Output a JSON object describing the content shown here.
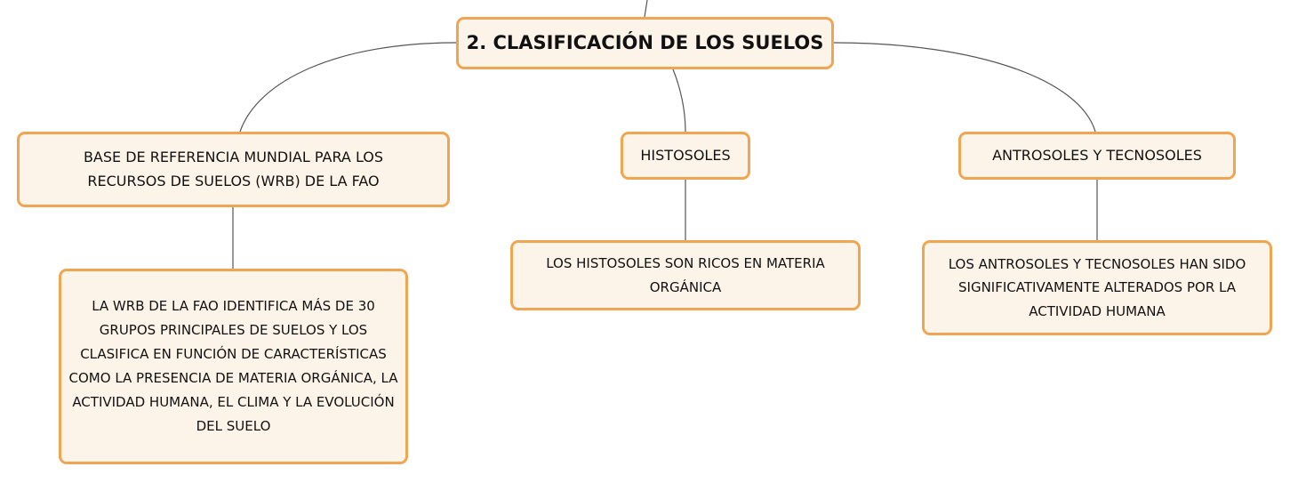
{
  "root": {
    "label": "2. CLASIFICACIÓN DE LOS SUELOS"
  },
  "branches": [
    {
      "label": "BASE DE REFERENCIA MUNDIAL PARA LOS RECURSOS DE SUELOS (WRB) DE LA FAO",
      "child": "LA WRB DE LA FAO IDENTIFICA MÁS DE 30 GRUPOS PRINCIPALES DE SUELOS Y LOS CLASIFICA EN FUNCIÓN DE CARACTERÍSTICAS COMO LA PRESENCIA DE MATERIA ORGÁNICA, LA ACTIVIDAD HUMANA, EL CLIMA Y LA EVOLUCIÓN DEL SUELO"
    },
    {
      "label": "HISTOSOLES",
      "child": "LOS HISTOSOLES SON RICOS EN MATERIA ORGÁNICA"
    },
    {
      "label": "ANTROSOLES Y TECNOSOLES",
      "child": "LOS ANTROSOLES Y TECNOSOLES HAN SIDO SIGNIFICATIVAMENTE ALTERADOS POR LA ACTIVIDAD HUMANA"
    }
  ],
  "colors": {
    "node_fill": "#fdf4e9",
    "node_border": "#f0a552",
    "link": "#555555"
  }
}
